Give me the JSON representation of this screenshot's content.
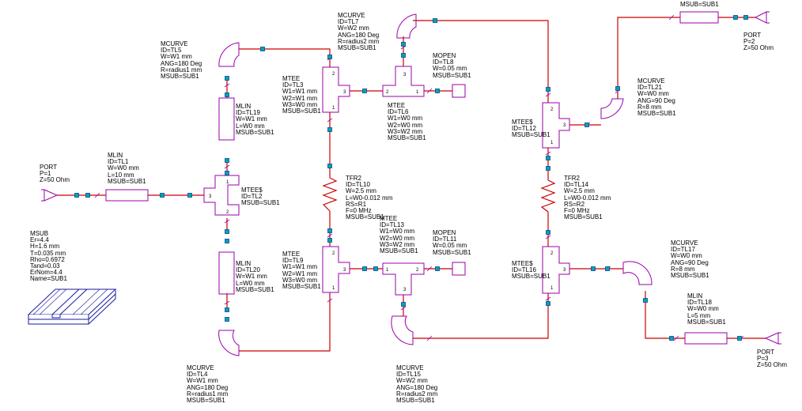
{
  "colors": {
    "wire": "#cc0000",
    "component": "#9900aa",
    "node_fill": "#00a3b8",
    "node_stroke": "#004b8c",
    "text": "#000000"
  },
  "components": [
    {
      "name": "port-p1",
      "lines": [
        "PORT",
        "P=1",
        "Z=50 Ohm"
      ]
    },
    {
      "name": "mlin-tl1",
      "lines": [
        "MLIN",
        "ID=TL1",
        "W=W0 mm",
        "L=10 mm",
        "MSUB=SUB1"
      ]
    },
    {
      "name": "mtee-tl2",
      "lines": [
        "MTEE$",
        "ID=TL2",
        "MSUB=SUB1"
      ]
    },
    {
      "name": "mcurve-tl5",
      "lines": [
        "MCURVE",
        "ID=TL5",
        "W=W1 mm",
        "ANG=180 Deg",
        "R=radius1 mm",
        "MSUB=SUB1"
      ]
    },
    {
      "name": "mlin-tl19",
      "lines": [
        "MLIN",
        "ID=TL19",
        "W=W1 mm",
        "L=W0 mm",
        "MSUB=SUB1"
      ]
    },
    {
      "name": "mlin-tl20",
      "lines": [
        "MLIN",
        "ID=TL20",
        "W=W1 mm",
        "L=W0 mm",
        "MSUB=SUB1"
      ]
    },
    {
      "name": "mcurve-tl4",
      "lines": [
        "MCURVE",
        "ID=TL4",
        "W=W1 mm",
        "ANG=180 Deg",
        "R=radius1 mm",
        "MSUB=SUB1"
      ]
    },
    {
      "name": "msub-sub1",
      "lines": [
        "MSUB",
        "Er=4.4",
        "H=1.6 mm",
        "T=0.035 mm",
        "Rho=0.6972",
        "Tand=0.03",
        "ErNom=4.4",
        "Name=SUB1"
      ]
    },
    {
      "name": "mcurve-tl7",
      "lines": [
        "MCURVE",
        "ID=TL7",
        "W=W2 mm",
        "ANG=180 Deg",
        "R=radius2 mm",
        "MSUB=SUB1"
      ]
    },
    {
      "name": "mtee-tl3",
      "lines": [
        "MTEE",
        "ID=TL3",
        "W1=W1 mm",
        "W2=W1 mm",
        "W3=W0 mm",
        "MSUB=SUB1"
      ]
    },
    {
      "name": "mopen-tl8",
      "lines": [
        "MOPEN",
        "ID=TL8",
        "W=0.05 mm",
        "MSUB=SUB1"
      ]
    },
    {
      "name": "mtee-tl6",
      "lines": [
        "MTEE",
        "ID=TL6",
        "W1=W0 mm",
        "W2=W0 mm",
        "W3=W2 mm",
        "MSUB=SUB1"
      ]
    },
    {
      "name": "tfr2-tl10",
      "lines": [
        "TFR2",
        "ID=TL10",
        "W=2.5 mm",
        "L=W0-0.012 mm",
        "RS=R1",
        "F=0 MHz",
        "MSUB=SUB1"
      ]
    },
    {
      "name": "mtee-tl13",
      "lines": [
        "MTEE",
        "ID=TL13",
        "W1=W0 mm",
        "W2=W0 mm",
        "W3=W2 mm",
        "MSUB=SUB1"
      ]
    },
    {
      "name": "mopen-tl11",
      "lines": [
        "MOPEN",
        "ID=TL11",
        "W=0.05 mm",
        "MSUB=SUB1"
      ]
    },
    {
      "name": "mtee-tl9",
      "lines": [
        "MTEE",
        "ID=TL9",
        "W1=W1 mm",
        "W2=W1 mm",
        "W3=W0 mm",
        "MSUB=SUB1"
      ]
    },
    {
      "name": "mcurve-tl15",
      "lines": [
        "MCURVE",
        "ID=TL15",
        "W=W2 mm",
        "ANG=180 Deg",
        "R=radius2 mm",
        "MSUB=SUB1"
      ]
    },
    {
      "name": "msub-ref-top",
      "lines": [
        "MSUB=SUB1"
      ]
    },
    {
      "name": "port-p2",
      "lines": [
        "PORT",
        "P=2",
        "Z=50 Ohm"
      ]
    },
    {
      "name": "mcurve-tl21",
      "lines": [
        "MCURVE",
        "ID=TL21",
        "W=W0 mm",
        "ANG=90 Deg",
        "R=8 mm",
        "MSUB=SUB1"
      ]
    },
    {
      "name": "mtee-tl12",
      "lines": [
        "MTEE$",
        "ID=TL12",
        "MSUB=SUB1"
      ]
    },
    {
      "name": "tfr2-tl14",
      "lines": [
        "TFR2",
        "ID=TL14",
        "W=2.5 mm",
        "L=W0-0.012 mm",
        "RS=R2",
        "F=0 MHz",
        "MSUB=SUB1"
      ]
    },
    {
      "name": "mtee-tl16",
      "lines": [
        "MTEE$",
        "ID=TL16",
        "MSUB=SUB1"
      ]
    },
    {
      "name": "mcurve-tl17",
      "lines": [
        "MCURVE",
        "ID=TL17",
        "W=W0 mm",
        "ANG=90 Deg",
        "R=8 mm",
        "MSUB=SUB1"
      ]
    },
    {
      "name": "mlin-tl18",
      "lines": [
        "MLIN",
        "ID=TL18",
        "W=W0 mm",
        "L=5 mm",
        "MSUB=SUB1"
      ]
    },
    {
      "name": "port-p3",
      "lines": [
        "PORT",
        "P=3",
        "Z=50 Ohm"
      ]
    }
  ],
  "pin_labels": [
    "1",
    "2",
    "3"
  ]
}
